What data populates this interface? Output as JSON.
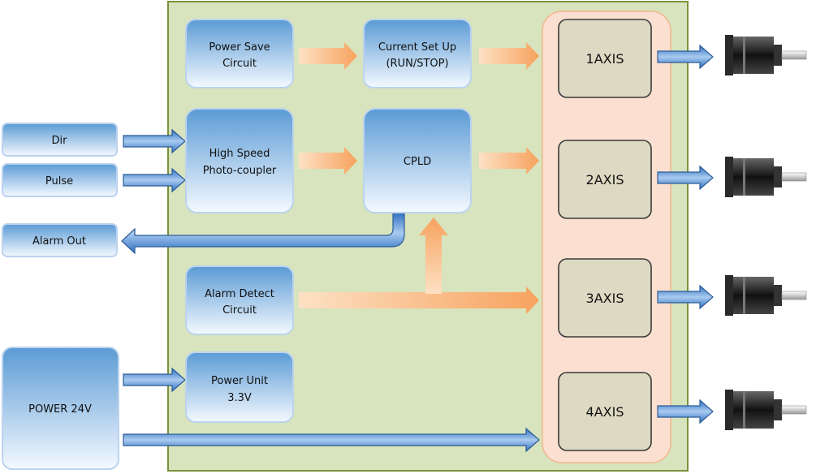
{
  "blocks": {
    "power_save": [
      "Power Save",
      "Circuit"
    ],
    "current_setup": [
      "Current Set Up",
      "(RUN/STOP)"
    ],
    "photo_coupler": [
      "High Speed",
      "Photo-coupler"
    ],
    "cpld": [
      "CPLD"
    ],
    "alarm_detect": [
      "Alarm Detect",
      "Circuit"
    ],
    "power_unit": [
      "Power Unit",
      "3.3V"
    ]
  },
  "inputs": {
    "dir": "Dir",
    "pulse": "Pulse",
    "alarm_out": "Alarm Out",
    "power": "POWER 24V"
  },
  "axes": [
    "1AXIS",
    "2AXIS",
    "3AXIS",
    "4AXIS"
  ],
  "colors": {
    "board_fill": "#d7e4bd",
    "board_border": "#77933c",
    "block_top": "#5b9bd5",
    "block_bottom": "#ffffff",
    "axis_fill": "#ddd9c3",
    "axis_panel": "#fbe0d2",
    "orange_arrow": "#f9b074",
    "blue_arrow": "#4f81bd"
  },
  "icons": {
    "motor": "stepper-motor-icon"
  }
}
